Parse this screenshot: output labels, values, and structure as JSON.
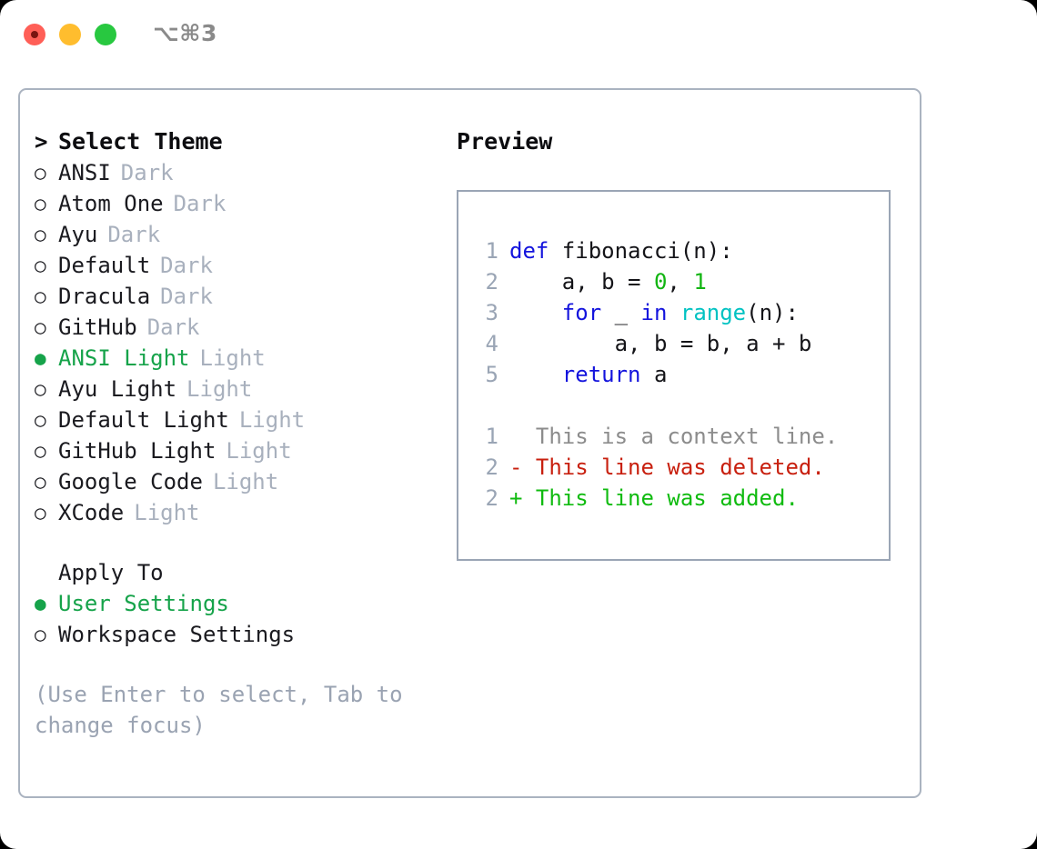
{
  "window": {
    "shortcut": "⌥⌘3",
    "traffic_lights": [
      "close-dot",
      "minimize-dot",
      "maximize-dot"
    ]
  },
  "theme_list": {
    "header_marker": ">",
    "header_label": "Select Theme",
    "marker_selected": "●",
    "marker_unselected": "○",
    "items": [
      {
        "marker": "○",
        "name": "ANSI",
        "suffix": "Dark",
        "selected": false
      },
      {
        "marker": "○",
        "name": "Atom One",
        "suffix": "Dark",
        "selected": false
      },
      {
        "marker": "○",
        "name": "Ayu",
        "suffix": "Dark",
        "selected": false
      },
      {
        "marker": "○",
        "name": "Default",
        "suffix": "Dark",
        "selected": false
      },
      {
        "marker": "○",
        "name": "Dracula",
        "suffix": "Dark",
        "selected": false
      },
      {
        "marker": "○",
        "name": "GitHub",
        "suffix": "Dark",
        "selected": false
      },
      {
        "marker": "●",
        "name": "ANSI Light",
        "suffix": "Light",
        "selected": true
      },
      {
        "marker": "○",
        "name": "Ayu Light",
        "suffix": "Light",
        "selected": false
      },
      {
        "marker": "○",
        "name": "Default Light",
        "suffix": "Light",
        "selected": false
      },
      {
        "marker": "○",
        "name": "GitHub Light",
        "suffix": "Light",
        "selected": false
      },
      {
        "marker": "○",
        "name": "Google Code",
        "suffix": "Light",
        "selected": false
      },
      {
        "marker": "○",
        "name": "XCode",
        "suffix": "Light",
        "selected": false
      }
    ]
  },
  "apply_to": {
    "title": "Apply To",
    "items": [
      {
        "marker": "●",
        "name": "User Settings",
        "selected": true
      },
      {
        "marker": "○",
        "name": "Workspace Settings",
        "selected": false
      }
    ]
  },
  "hint": "(Use Enter to select, Tab to\nchange focus)",
  "preview": {
    "title": "Preview",
    "code_lines": [
      {
        "num": "1",
        "tokens": [
          {
            "t": "def ",
            "c": "kw"
          },
          {
            "t": "fibonacci(n):",
            "c": "id"
          }
        ]
      },
      {
        "num": "2",
        "tokens": [
          {
            "t": "    a, b = ",
            "c": "id"
          },
          {
            "t": "0",
            "c": "num"
          },
          {
            "t": ", ",
            "c": "id"
          },
          {
            "t": "1",
            "c": "num"
          }
        ]
      },
      {
        "num": "3",
        "tokens": [
          {
            "t": "    ",
            "c": "id"
          },
          {
            "t": "for",
            "c": "kw"
          },
          {
            "t": " _ ",
            "c": "id"
          },
          {
            "t": "in",
            "c": "kw"
          },
          {
            "t": " ",
            "c": "id"
          },
          {
            "t": "range",
            "c": "fn"
          },
          {
            "t": "(n):",
            "c": "id"
          }
        ]
      },
      {
        "num": "4",
        "tokens": [
          {
            "t": "        a, b = b, a + b",
            "c": "id"
          }
        ]
      },
      {
        "num": "5",
        "tokens": [
          {
            "t": "    ",
            "c": "id"
          },
          {
            "t": "return",
            "c": "kw"
          },
          {
            "t": " a",
            "c": "id"
          }
        ]
      }
    ],
    "diff_lines": [
      {
        "num": "1",
        "prefix": "  ",
        "text": "This is a context line.",
        "kind": "ctx"
      },
      {
        "num": "2",
        "prefix": "- ",
        "text": "This line was deleted.",
        "kind": "del"
      },
      {
        "num": "2",
        "prefix": "+ ",
        "text": "This line was added.",
        "kind": "add"
      }
    ]
  },
  "colors": {
    "accent_green": "#16a34a",
    "muted": "#a8b0bd",
    "border": "#aab3c0",
    "panel_border": "#9aa5b5",
    "keyword": "#1414dd",
    "builtin": "#00c2c2",
    "number": "#12b512",
    "deleted": "#c8200f",
    "added": "#10bb10"
  }
}
